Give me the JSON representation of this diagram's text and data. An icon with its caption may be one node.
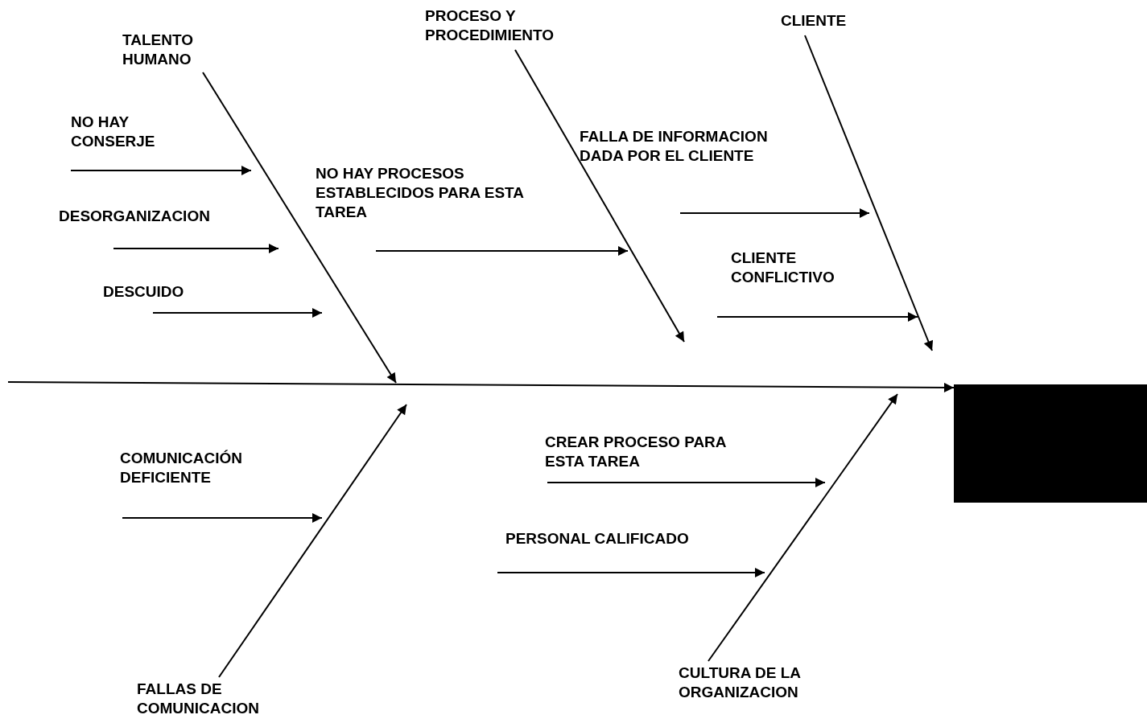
{
  "diagram": {
    "nodes": [
      {
        "text": [],
        "shape": "box"
      },
      {
        "text": [
          "TALENTO HUMANO"
        ]
      },
      {
        "text": [
          "PROCESO Y PROCEDIMIENTO"
        ]
      },
      {
        "text": [
          "CLIENTE"
        ]
      },
      {
        "text": [
          "FALLAS DE COMUNICACION"
        ]
      },
      {
        "text": [
          "CULTURA DE LA ORGANIZACION"
        ]
      },
      {
        "text": [
          "NO HAY CONSERJE"
        ]
      },
      {
        "text": [
          "DESORGANIZACION"
        ]
      },
      {
        "text": [
          "DESCUIDO"
        ]
      },
      {
        "text": [
          "NO HAY PROCESOS ESTABLECIDOS PARA ESTA TAREA"
        ]
      },
      {
        "text": [
          "FALLA DE INFORMACION DADA POR EL CLIENTE"
        ]
      },
      {
        "text": [
          "CLIENTE CONFLICTIVO"
        ]
      },
      {
        "text": [
          "COMUNICACIÓN DEFICIENTE"
        ]
      },
      {
        "text": [
          "CREAR PROCESO PARA ESTA TAREA"
        ]
      },
      {
        "text": [
          "PERSONAL CALIFICADO"
        ]
      }
    ],
    "edges": [
      {
        "from": null,
        "to": 0,
        "arrow": "to"
      },
      {
        "from": 1,
        "to": null,
        "arrow": "to"
      },
      {
        "from": 2,
        "to": null,
        "arrow": "to"
      },
      {
        "from": 3,
        "to": null,
        "arrow": "to"
      },
      {
        "from": 4,
        "to": null,
        "arrow": "to"
      },
      {
        "from": 5,
        "to": null,
        "arrow": "to"
      },
      {
        "from": 6,
        "to": null,
        "arrow": "to"
      },
      {
        "from": 7,
        "to": null,
        "arrow": "to"
      },
      {
        "from": 8,
        "to": null,
        "arrow": "to"
      },
      {
        "from": 9,
        "to": null,
        "arrow": "to"
      },
      {
        "from": 10,
        "to": null,
        "arrow": "to"
      },
      {
        "from": 11,
        "to": null,
        "arrow": "to"
      },
      {
        "from": 12,
        "to": null,
        "arrow": "to"
      },
      {
        "from": 13,
        "to": null,
        "arrow": "to"
      },
      {
        "from": 14,
        "to": null,
        "arrow": "to"
      }
    ]
  }
}
